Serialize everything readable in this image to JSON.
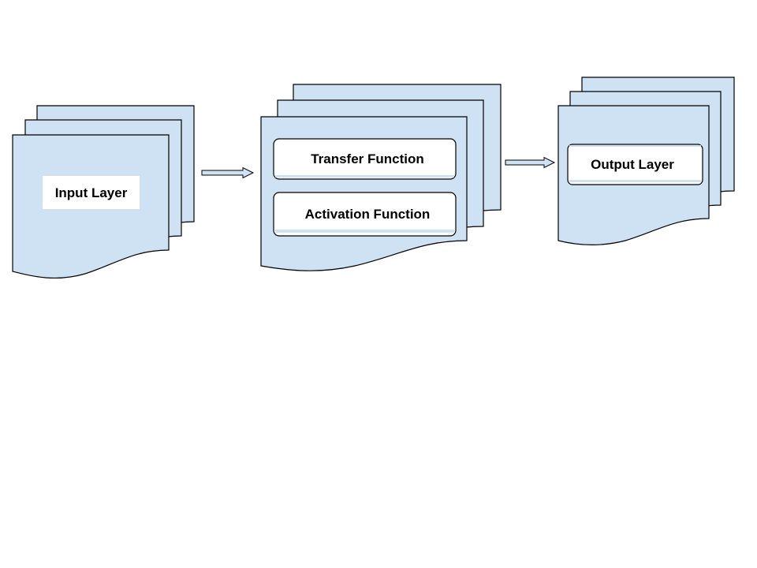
{
  "diagram": {
    "nodes": {
      "input_layer": {
        "label": "Input Layer"
      },
      "transfer_function": {
        "label": "Transfer Function"
      },
      "activation_function": {
        "label": "Activation Function"
      },
      "output_layer": {
        "label": "Output Layer"
      }
    },
    "edges": [
      {
        "from": "input_layer",
        "to": "hidden_stack"
      },
      {
        "from": "hidden_stack",
        "to": "output_layer"
      }
    ],
    "colors": {
      "sheet_fill": "#cfe2f3",
      "stroke": "#000000",
      "label_fill": "#ffffff"
    }
  }
}
